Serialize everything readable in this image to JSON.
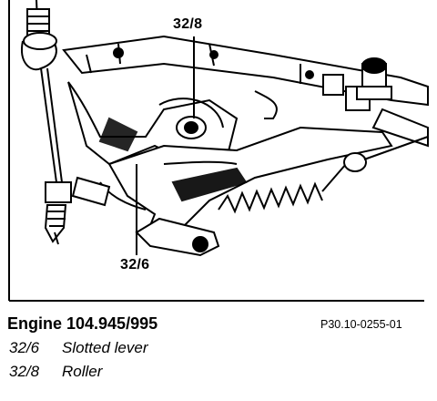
{
  "figure": {
    "callouts": [
      "32/8",
      "32/6"
    ]
  },
  "caption": {
    "engine": "Engine 104.945/995",
    "reference": "P30.10-0255-01",
    "legend": [
      {
        "code": "32/6",
        "label": "Slotted lever"
      },
      {
        "code": "32/8",
        "label": "Roller"
      }
    ]
  }
}
